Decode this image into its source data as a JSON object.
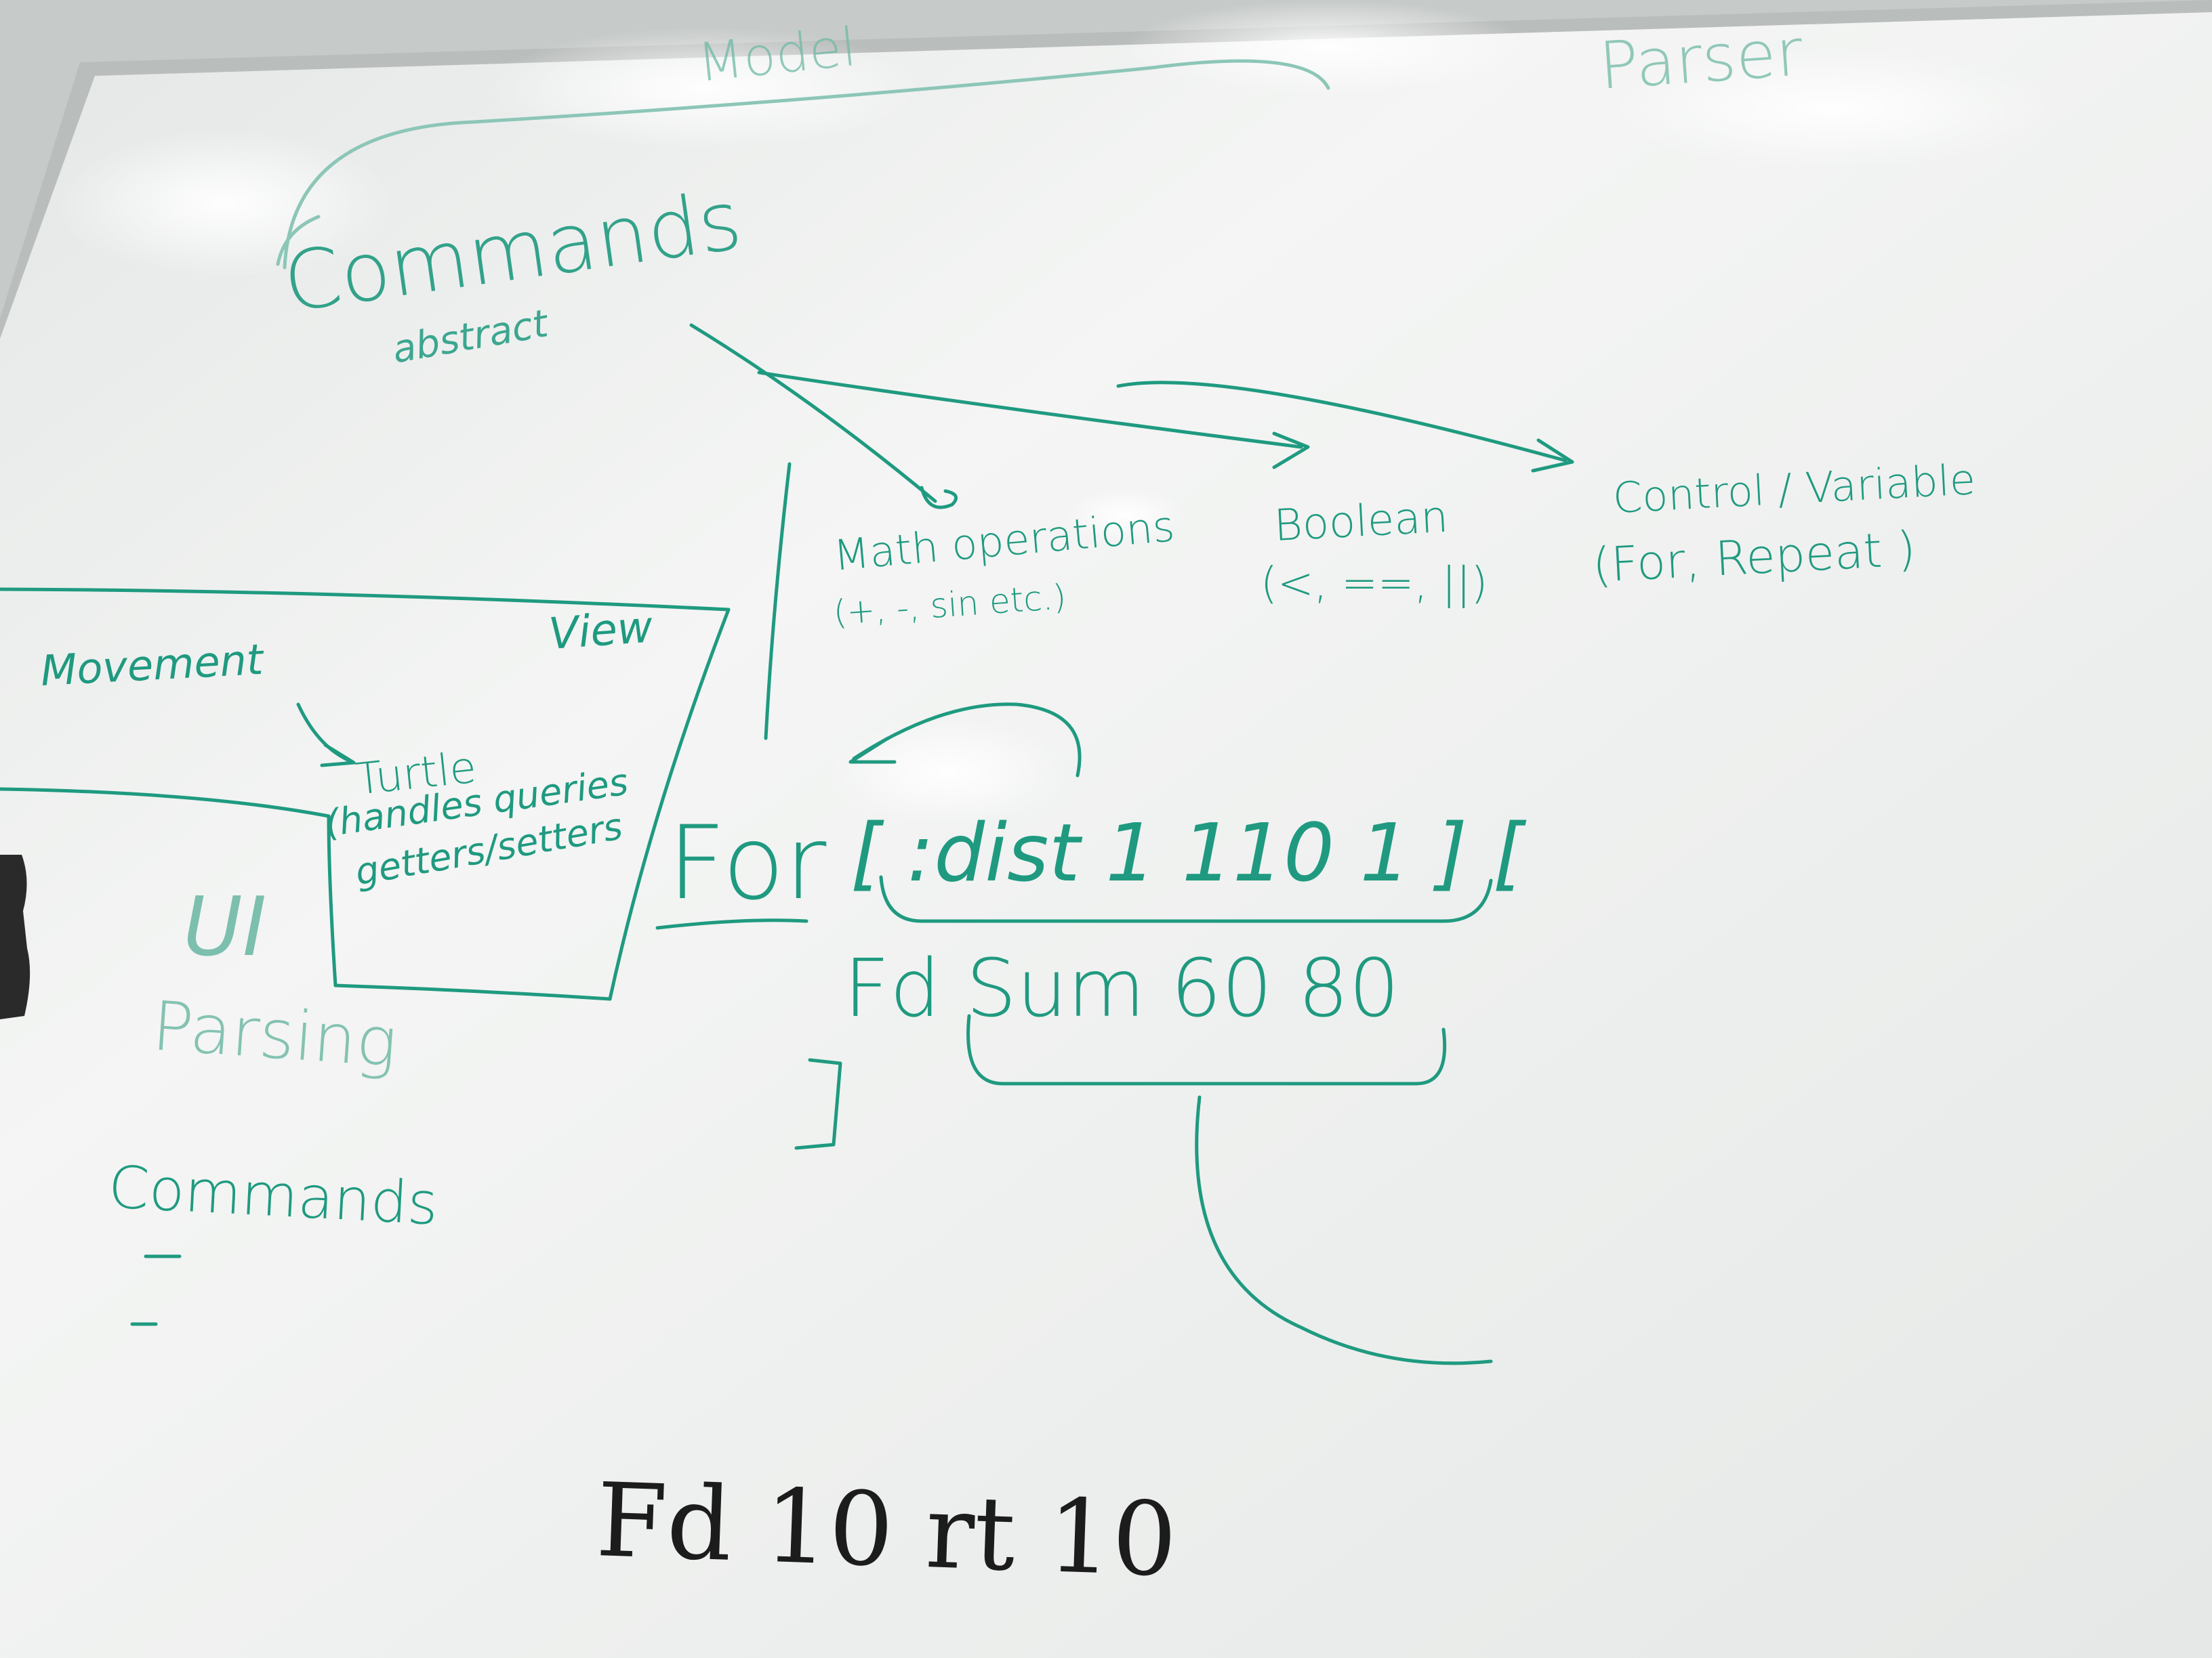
{
  "colors": {
    "marker_green": "#1f9a80",
    "marker_green_faint": "#6fb9a6",
    "marker_black": "#1c1c1c",
    "board": "#eef0ef",
    "wall": "#c9ccca"
  },
  "top": {
    "model": "Model",
    "parser": "Parser"
  },
  "hierarchy": {
    "commands": "Commands",
    "abstract": "abstract",
    "math_title": "Math operations",
    "math_sub": "(+, -, sin etc.)",
    "boolean_title": "Boolean",
    "boolean_sub": "(<, ==, ||)",
    "control_title": "Control / Variable",
    "control_sub": "(For, Repeat )"
  },
  "view": {
    "label": "View",
    "movement": "Movement",
    "turtle": "Turtle",
    "turtle_sub1": "(handles queries",
    "turtle_sub2": "getters/setters"
  },
  "left_list": {
    "ui": "UI",
    "parsing": "Parsing",
    "commands": "Commands"
  },
  "example": {
    "for_keyword": "For",
    "for_args": "[ :dist 1 110 1 ] [",
    "body": "Fd Sum 60 80",
    "close": "]"
  },
  "black_text": "Fd 10  rt 10"
}
